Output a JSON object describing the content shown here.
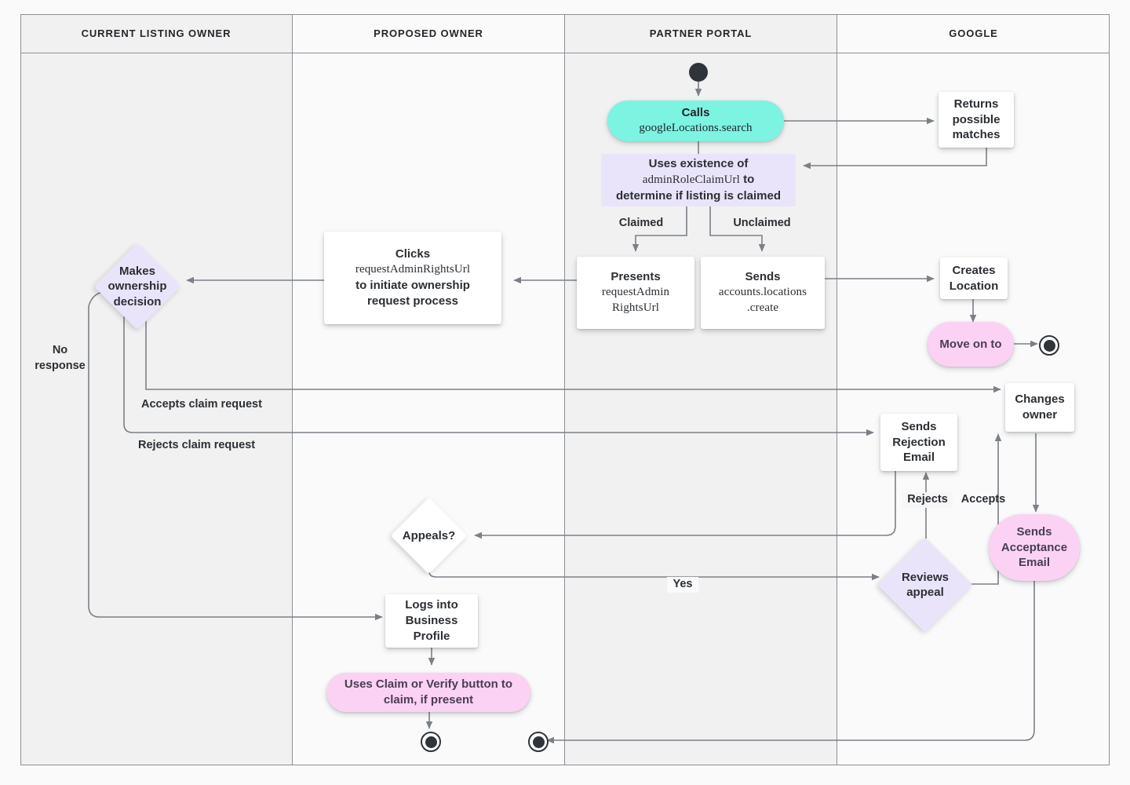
{
  "diagram": {
    "title": "Google Business Profile listing ownership transfer flow",
    "type": "swimlane-flowchart",
    "colors": {
      "lane_border": "#8c9096",
      "lane_fill_odd": "#f1f1f1",
      "lane_fill_even": "#fafafa",
      "cyan": "#7df3e2",
      "lavender": "#eae4fa",
      "pink": "#fbd2f4",
      "white": "#ffffff",
      "connector": "#7b8087",
      "text": "#2b2f34"
    }
  },
  "lanes": [
    {
      "label": "CURRENT LISTING OWNER"
    },
    {
      "label": "PROPOSED OWNER"
    },
    {
      "label": "PARTNER PORTAL"
    },
    {
      "label": "GOOGLE"
    }
  ],
  "nodes": {
    "start_partner": {
      "kind": "start",
      "lane": "PARTNER PORTAL"
    },
    "calls_search": {
      "kind": "pill-cyan",
      "lane": "PARTNER PORTAL",
      "line1": "Calls",
      "line2": "googleLocations.search"
    },
    "returns_matches": {
      "kind": "rect",
      "lane": "GOOGLE",
      "line1": "Returns",
      "line2": "possible",
      "line3": "matches"
    },
    "uses_existence": {
      "kind": "plain-lavender",
      "lane": "PARTNER PORTAL",
      "line1": "Uses existence of",
      "code": "adminRoleClaimUrl",
      "line2": " to",
      "line3": "determine if listing is claimed"
    },
    "presents_url": {
      "kind": "rect",
      "lane": "PARTNER PORTAL",
      "line1": "Presents",
      "line2": "requestAdmin",
      "line3": "RightsUrl"
    },
    "sends_create": {
      "kind": "rect",
      "lane": "PARTNER PORTAL",
      "line1": "Sends",
      "line2": "accounts.locations",
      "line3": ".create"
    },
    "creates_location": {
      "kind": "rect",
      "lane": "GOOGLE",
      "line1": "Creates",
      "line2": "Location"
    },
    "move_on_to": {
      "kind": "pill-pink",
      "lane": "GOOGLE",
      "line1": "Move on to"
    },
    "end_google": {
      "kind": "end",
      "lane": "GOOGLE"
    },
    "clicks_request": {
      "kind": "rect",
      "lane": "PROPOSED OWNER",
      "line1": "Clicks",
      "line2": "requestAdminRightsUrl",
      "line3": "to initiate ownership",
      "line4": "request process"
    },
    "makes_decision": {
      "kind": "diamond-lavender",
      "lane": "CURRENT LISTING OWNER",
      "line1": "Makes",
      "line2": "ownership",
      "line3": "decision"
    },
    "changes_owner": {
      "kind": "rect",
      "lane": "GOOGLE",
      "line1": "Changes",
      "line2": "owner"
    },
    "sends_rejection": {
      "kind": "rect",
      "lane": "GOOGLE",
      "line1": "Sends",
      "line2": "Rejection",
      "line3": "Email"
    },
    "sends_acceptance": {
      "kind": "pill-pink",
      "lane": "GOOGLE",
      "line1": "Sends",
      "line2": "Acceptance",
      "line3": "Email"
    },
    "appeals": {
      "kind": "diamond-white",
      "lane": "PROPOSED OWNER",
      "line1": "Appeals?"
    },
    "reviews_appeal": {
      "kind": "diamond-lavender",
      "lane": "GOOGLE",
      "line1": "Reviews",
      "line2": "appeal"
    },
    "logs_into": {
      "kind": "rect",
      "lane": "PROPOSED OWNER",
      "line1": "Logs into",
      "line2": "Business",
      "line3": "Profile"
    },
    "uses_claim_button": {
      "kind": "pill-pink",
      "lane": "PROPOSED OWNER",
      "line1": "Uses Claim or Verify button to",
      "line2": "claim, if present"
    },
    "end_proposed": {
      "kind": "end",
      "lane": "PROPOSED OWNER"
    },
    "end_partner": {
      "kind": "end",
      "lane": "PARTNER PORTAL"
    }
  },
  "edge_labels": {
    "claimed": "Claimed",
    "unclaimed": "Unclaimed",
    "no_response_l1": "No",
    "no_response_l2": "response",
    "accepts_claim": "Accepts claim request",
    "rejects_claim": "Rejects claim request",
    "rejects": "Rejects",
    "accepts": "Accepts",
    "yes": "Yes"
  }
}
